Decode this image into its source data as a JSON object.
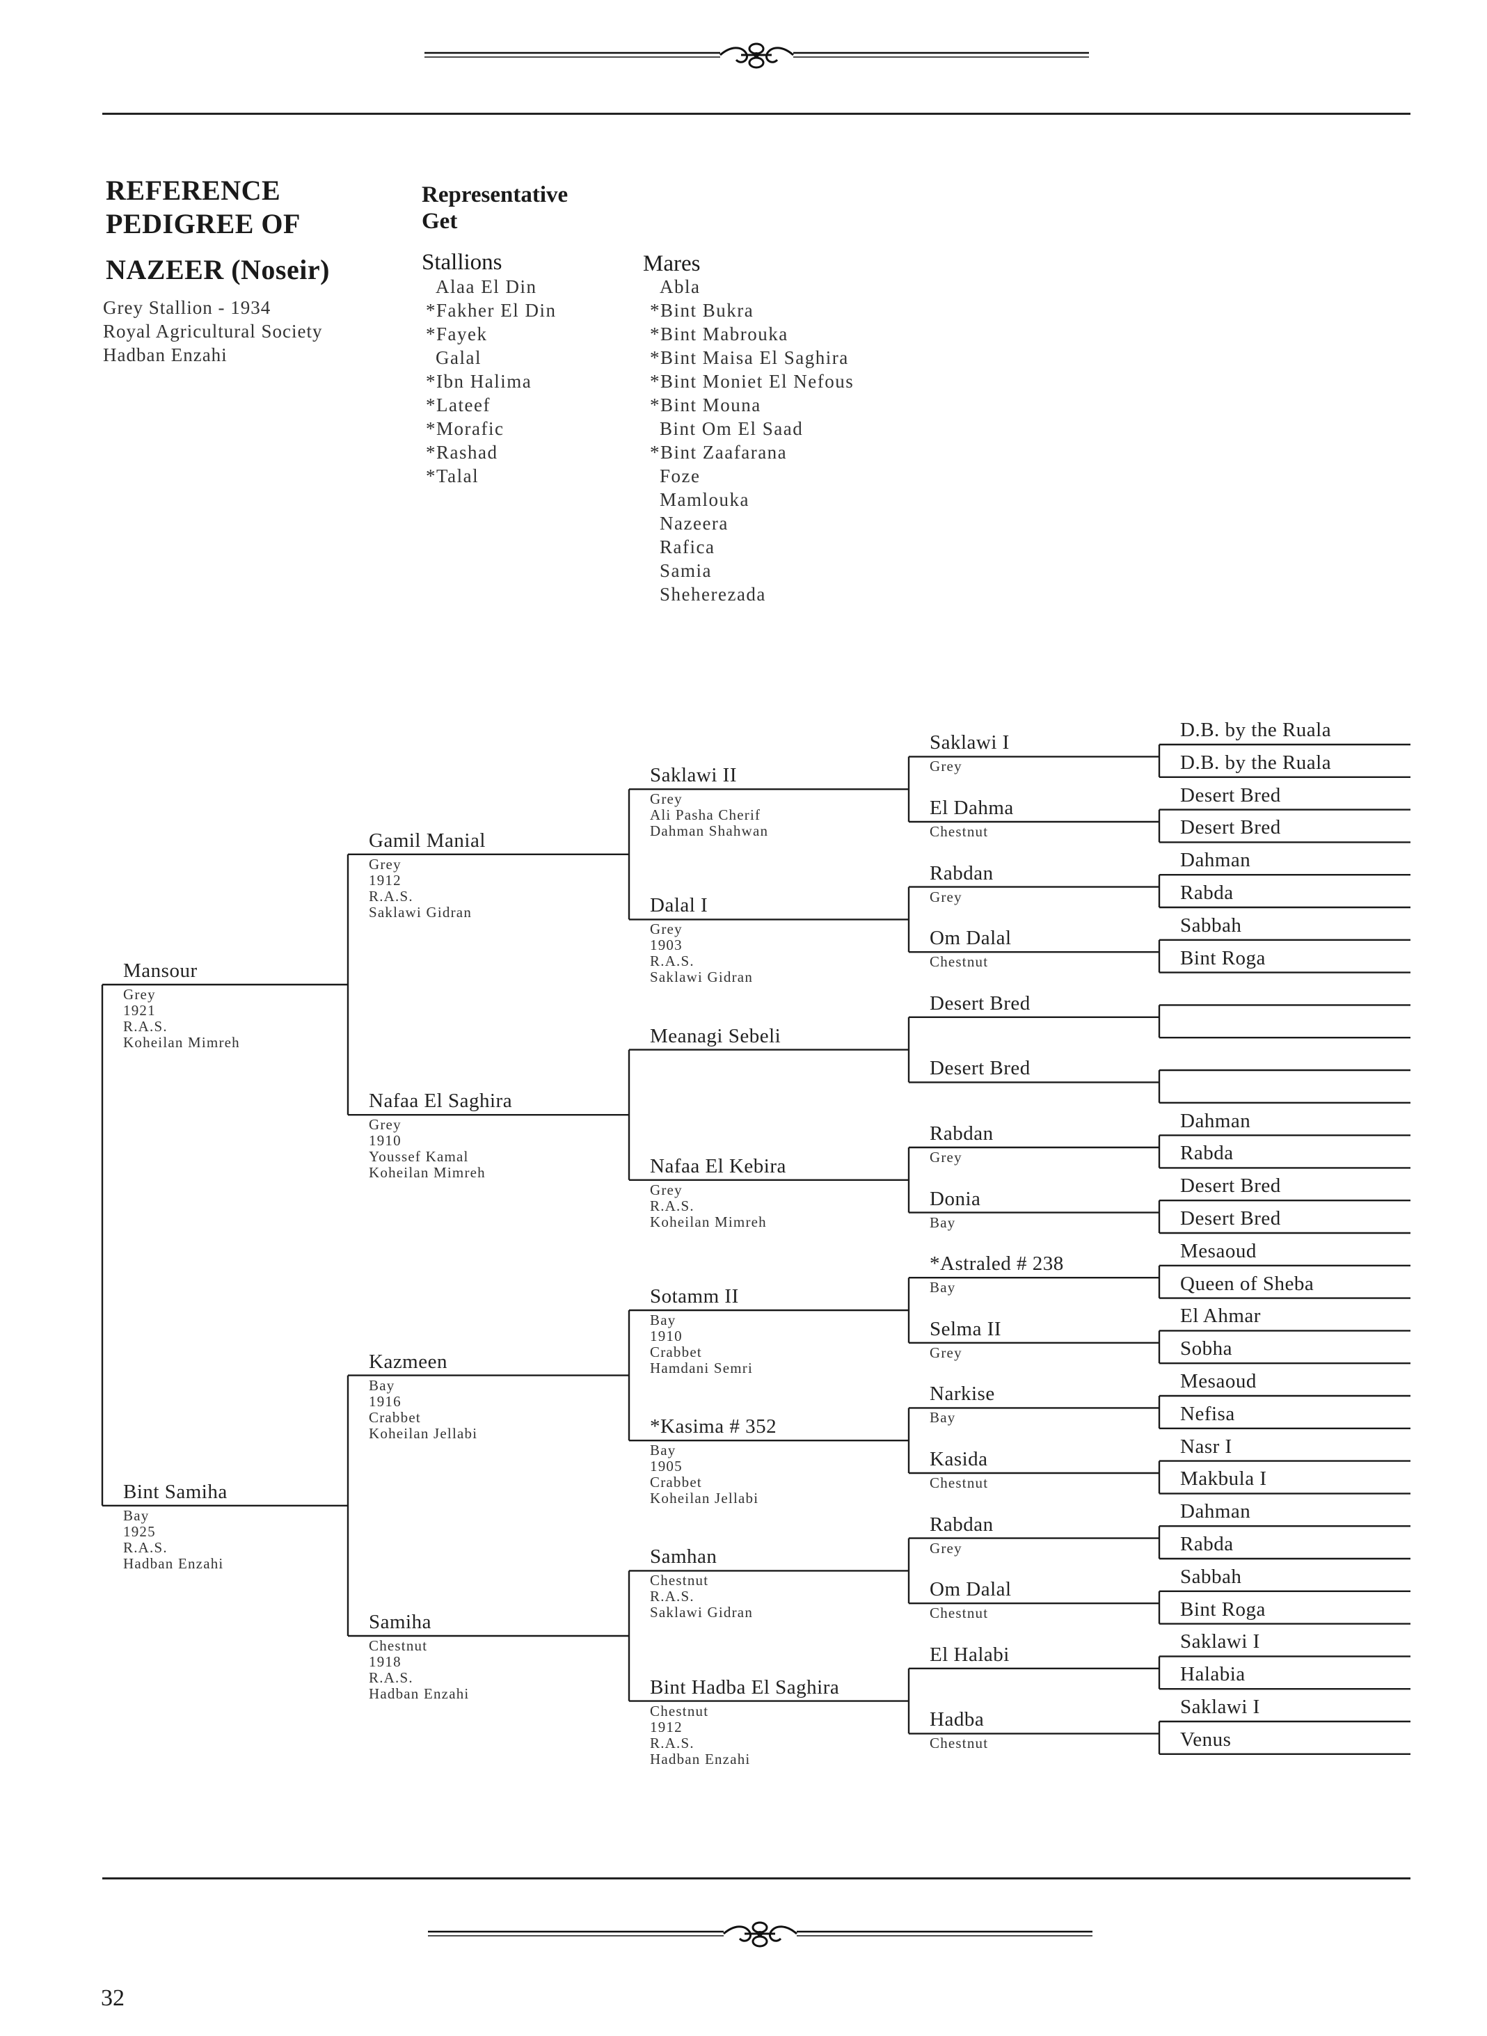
{
  "header": {
    "title_lines": [
      "REFERENCE",
      "PEDIGREE OF",
      "NAZEER (Noseir)"
    ],
    "info_lines": [
      "Grey Stallion - 1934",
      "Royal Agricultural Society",
      "Hadban Enzahi"
    ]
  },
  "representative_get": {
    "heading_lines": [
      "Representative",
      "Get"
    ],
    "stallions_heading": "Stallions",
    "stallions": [
      "Alaa El Din",
      "*Fakher El Din",
      "*Fayek",
      "Galal",
      "*Ibn Halima",
      "*Lateef",
      "*Morafic",
      "*Rashad",
      "*Talal"
    ],
    "mares_heading": "Mares",
    "mares": [
      "Abla",
      "*Bint Bukra",
      "*Bint Mabrouka",
      "*Bint Maisa El Saghira",
      "*Bint Moniet El Nefous",
      "*Bint Mouna",
      "Bint Om El Saad",
      "*Bint Zaafarana",
      "Foze",
      "Mamlouka",
      "Nazeera",
      "Rafica",
      "Samia",
      "Sheherezada"
    ]
  },
  "pedigree": {
    "gen1": [
      {
        "name": "Mansour",
        "details": [
          "Grey",
          "1921",
          "R.A.S.",
          "Koheilan Mimreh"
        ]
      },
      {
        "name": "Bint Samiha",
        "details": [
          "Bay",
          "1925",
          "R.A.S.",
          "Hadban Enzahi"
        ]
      }
    ],
    "gen2": [
      {
        "name": "Gamil Manial",
        "details": [
          "Grey",
          "1912",
          "R.A.S.",
          "Saklawi Gidran"
        ]
      },
      {
        "name": "Nafaa El Saghira",
        "details": [
          "Grey",
          "1910",
          "Youssef Kamal",
          "Koheilan Mimreh"
        ]
      },
      {
        "name": "Kazmeen",
        "details": [
          "Bay",
          "1916",
          "Crabbet",
          "Koheilan Jellabi"
        ]
      },
      {
        "name": "Samiha",
        "details": [
          "Chestnut",
          "1918",
          "R.A.S.",
          "Hadban Enzahi"
        ]
      }
    ],
    "gen3": [
      {
        "name": "Saklawi II",
        "details": [
          "Grey",
          "Ali Pasha Cherif",
          "Dahman Shahwan"
        ]
      },
      {
        "name": "Dalal I",
        "details": [
          "Grey",
          "1903",
          "R.A.S.",
          "Saklawi Gidran"
        ]
      },
      {
        "name": "Meanagi Sebeli",
        "details": []
      },
      {
        "name": "Nafaa El Kebira",
        "details": [
          "Grey",
          "R.A.S.",
          "Koheilan Mimreh"
        ]
      },
      {
        "name": "Sotamm II",
        "details": [
          "Bay",
          "1910",
          "Crabbet",
          "Hamdani Semri"
        ]
      },
      {
        "name": "*Kasima # 352",
        "details": [
          "Bay",
          "1905",
          "Crabbet",
          "Koheilan Jellabi"
        ]
      },
      {
        "name": "Samhan",
        "details": [
          "Chestnut",
          "R.A.S.",
          "Saklawi Gidran"
        ]
      },
      {
        "name": "Bint Hadba El Saghira",
        "details": [
          "Chestnut",
          "1912",
          "R.A.S.",
          "Hadban Enzahi"
        ]
      }
    ],
    "gen4": [
      {
        "name": "Saklawi I",
        "details": [
          "Grey"
        ]
      },
      {
        "name": "El Dahma",
        "details": [
          "Chestnut"
        ]
      },
      {
        "name": "Rabdan",
        "details": [
          "Grey"
        ]
      },
      {
        "name": "Om Dalal",
        "details": [
          "Chestnut"
        ]
      },
      {
        "name": "Desert Bred",
        "details": []
      },
      {
        "name": "Desert Bred",
        "details": []
      },
      {
        "name": "Rabdan",
        "details": [
          "Grey"
        ]
      },
      {
        "name": "Donia",
        "details": [
          "Bay"
        ]
      },
      {
        "name": "*Astraled # 238",
        "details": [
          "Bay"
        ]
      },
      {
        "name": "Selma II",
        "details": [
          "Grey"
        ]
      },
      {
        "name": "Narkise",
        "details": [
          "Bay"
        ]
      },
      {
        "name": "Kasida",
        "details": [
          "Chestnut"
        ]
      },
      {
        "name": "Rabdan",
        "details": [
          "Grey"
        ]
      },
      {
        "name": "Om Dalal",
        "details": [
          "Chestnut"
        ]
      },
      {
        "name": "El Halabi",
        "details": []
      },
      {
        "name": "Hadba",
        "details": [
          "Chestnut"
        ]
      }
    ],
    "gen5": [
      "D.B. by the Ruala",
      "D.B. by the Ruala",
      "Desert Bred",
      "Desert Bred",
      "Dahman",
      "Rabda",
      "Sabbah",
      "Bint Roga",
      "",
      "",
      "",
      "",
      "Dahman",
      "Rabda",
      "Desert Bred",
      "Desert Bred",
      "Mesaoud",
      "Queen of Sheba",
      "El Ahmar",
      "Sobha",
      "Mesaoud",
      "Nefisa",
      "Nasr I",
      "Makbula I",
      "Dahman",
      "Rabda",
      "Sabbah",
      "Bint Roga",
      "Saklawi I",
      "Halabia",
      "Saklawi I",
      "Venus"
    ]
  },
  "footer": {
    "page_number": "32"
  }
}
